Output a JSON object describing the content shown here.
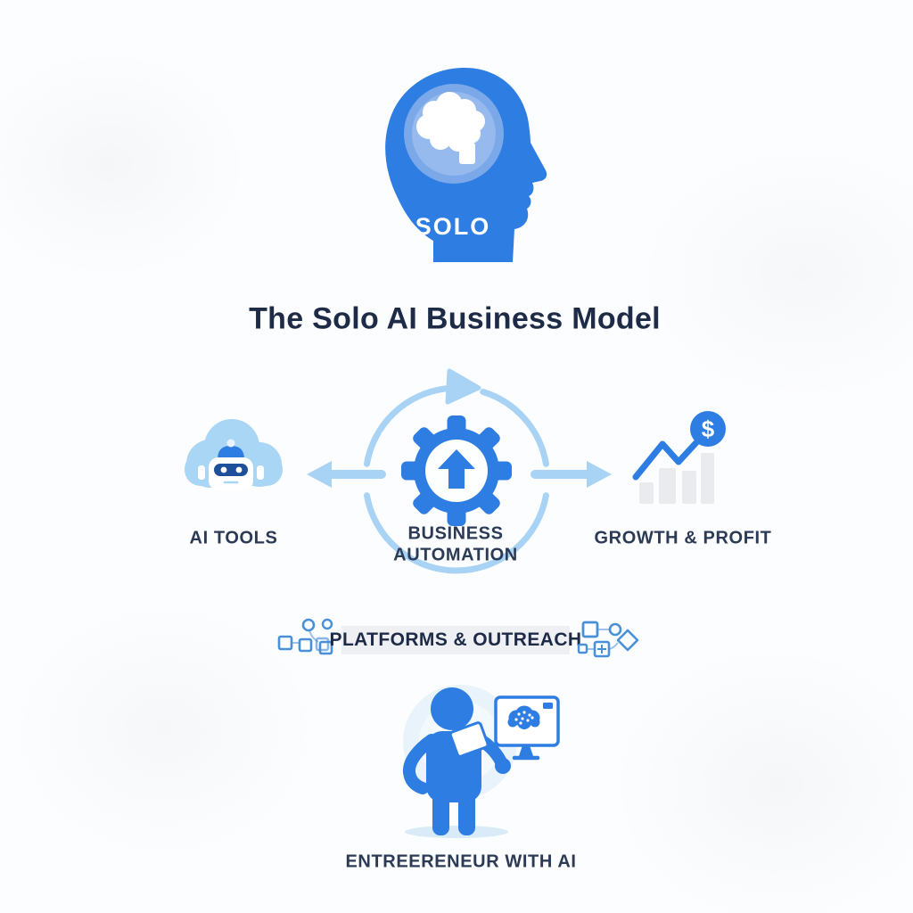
{
  "colors": {
    "background": "#fcfdfe",
    "primary_blue": "#2e7de2",
    "light_blue": "#a8d3f4",
    "cloud_blue": "#a9d6f5",
    "ring_blue": "#7aa8e8",
    "disc_blue": "#96baee",
    "pale_glow": "#e8f3fb",
    "shadow_blue": "#d9ebf8",
    "bar_gray": "#e9ebee",
    "banner_bg": "#eef0f3",
    "title_navy": "#1e2b47",
    "label_slate": "#2b3a55",
    "visor_navy": "#1d4f9b"
  },
  "header": {
    "badge": "SOLO",
    "title": "The Solo AI Business Model"
  },
  "flow": {
    "left": {
      "label": "AI TOOLS",
      "icon": "cloud-robot-icon"
    },
    "center": {
      "label_line1": "BUSINESS",
      "label_line2": "AUTOMATION",
      "icon": "gear-up-arrow-icon"
    },
    "right": {
      "label": "GROWTH & PROFIT",
      "icon": "growth-chart-dollar-icon",
      "dollar": "$"
    }
  },
  "banner": {
    "label": "PLATFORMS & OUTREACH"
  },
  "footer": {
    "label": "ENTREERENEUR WITH AI",
    "icon": "entrepreneur-with-monitor-icon"
  },
  "icons": {
    "head": "solo-head-brain-icon",
    "cycle": "cycle-arrow-icon",
    "left_arrow": "arrow-left-icon",
    "right_arrow": "arrow-right-icon",
    "circuit_left": "circuit-nodes-left-icon",
    "circuit_right": "circuit-nodes-right-icon"
  }
}
